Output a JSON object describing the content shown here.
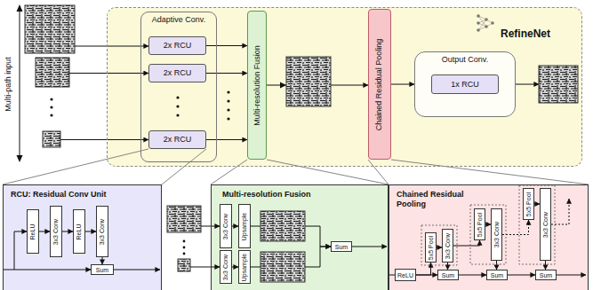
{
  "diagram": {
    "nodes": [
      {
        "text": [
          "RefineNet"
        ]
      },
      {
        "text": [
          "Adaptive Conv."
        ],
        "in": 0
      },
      {
        "text": [
          "2x RCU"
        ],
        "in": 1
      },
      {
        "text": [
          "2x RCU"
        ],
        "in": 1
      },
      {
        "text": [
          "2x RCU"
        ],
        "in": 1
      },
      {
        "text": [
          "Multi-resolution Fusion"
        ],
        "in": 0
      },
      {
        "text": [
          "Chained Residual Pooling"
        ],
        "in": 0
      },
      {
        "text": [
          "Output Conv."
        ],
        "in": 0
      },
      {
        "text": [
          "1x RCU"
        ],
        "in": 7
      },
      {
        "text": [
          "RCU: Residual Conv Unit"
        ]
      },
      {
        "text": [
          "ReLU"
        ],
        "in": 9
      },
      {
        "text": [
          "3x3 Conv"
        ],
        "in": 9
      },
      {
        "text": [
          "ReLU"
        ],
        "in": 9
      },
      {
        "text": [
          "3x3 Conv"
        ],
        "in": 9
      },
      {
        "text": [
          "Sum"
        ],
        "in": 9
      },
      {
        "text": [
          "Multi-resolution Fusion"
        ]
      },
      {
        "text": [
          "3x3 Conv"
        ],
        "in": 15
      },
      {
        "text": [
          "Upsample"
        ],
        "in": 15
      },
      {
        "text": [
          "3x3 Conv"
        ],
        "in": 15
      },
      {
        "text": [
          "Upsample"
        ],
        "in": 15
      },
      {
        "text": [
          "Sum"
        ],
        "in": 15
      },
      {
        "text": [
          "Chained Residual Pooling"
        ]
      },
      {
        "text": [
          "ReLU"
        ],
        "in": 21
      },
      {
        "text": [
          "5x5 Pool"
        ],
        "in": 21
      },
      {
        "text": [
          "3x3 Conv"
        ],
        "in": 21
      },
      {
        "text": [
          "5x5 Pool"
        ],
        "in": 21
      },
      {
        "text": [
          "3x3 Conv"
        ],
        "in": 21
      },
      {
        "text": [
          "5x5 Pool"
        ],
        "in": 21
      },
      {
        "text": [
          "3x3 Conv"
        ],
        "in": 21
      },
      {
        "text": [
          "Sum"
        ],
        "in": 21
      },
      {
        "text": [
          "Sum"
        ],
        "in": 21
      },
      {
        "text": [
          "Sum"
        ],
        "in": 21
      }
    ],
    "edges": [
      {
        "from": 2,
        "to": 5,
        "arrow": "to"
      },
      {
        "from": 3,
        "to": 5,
        "arrow": "to"
      },
      {
        "from": 4,
        "to": 5,
        "arrow": "to"
      },
      {
        "from": 5,
        "to": 6,
        "arrow": "to"
      },
      {
        "from": 6,
        "to": 7,
        "arrow": "to"
      },
      {
        "from": 4,
        "to": 9,
        "arrow": "none"
      },
      {
        "from": 5,
        "to": 15,
        "arrow": "none"
      },
      {
        "from": 6,
        "to": 21,
        "arrow": "none"
      },
      {
        "from": 10,
        "to": 11,
        "arrow": "to"
      },
      {
        "from": 11,
        "to": 12,
        "arrow": "to"
      },
      {
        "from": 12,
        "to": 13,
        "arrow": "to"
      },
      {
        "from": 13,
        "to": 14,
        "arrow": "to"
      },
      {
        "from": 16,
        "to": 17,
        "arrow": "to"
      },
      {
        "from": 18,
        "to": 19,
        "arrow": "to"
      },
      {
        "from": 17,
        "to": 20,
        "arrow": "to"
      },
      {
        "from": 19,
        "to": 20,
        "arrow": "to"
      },
      {
        "from": 22,
        "to": 29,
        "arrow": "to"
      },
      {
        "from": 29,
        "to": 30,
        "arrow": "to"
      },
      {
        "from": 30,
        "to": 31,
        "arrow": "to"
      },
      {
        "from": 22,
        "to": 23,
        "arrow": "to"
      },
      {
        "from": 23,
        "to": 24,
        "arrow": "to"
      },
      {
        "from": 24,
        "to": 29,
        "arrow": "to"
      },
      {
        "from": 24,
        "to": 25,
        "arrow": "to"
      },
      {
        "from": 25,
        "to": 26,
        "arrow": "to"
      },
      {
        "from": 26,
        "to": 30,
        "arrow": "to"
      },
      {
        "from": 26,
        "to": 27,
        "arrow": "to"
      },
      {
        "from": 27,
        "to": 28,
        "arrow": "to"
      },
      {
        "from": 28,
        "to": 31,
        "arrow": "to"
      }
    ],
    "labels": [
      "Multi-path input"
    ]
  }
}
